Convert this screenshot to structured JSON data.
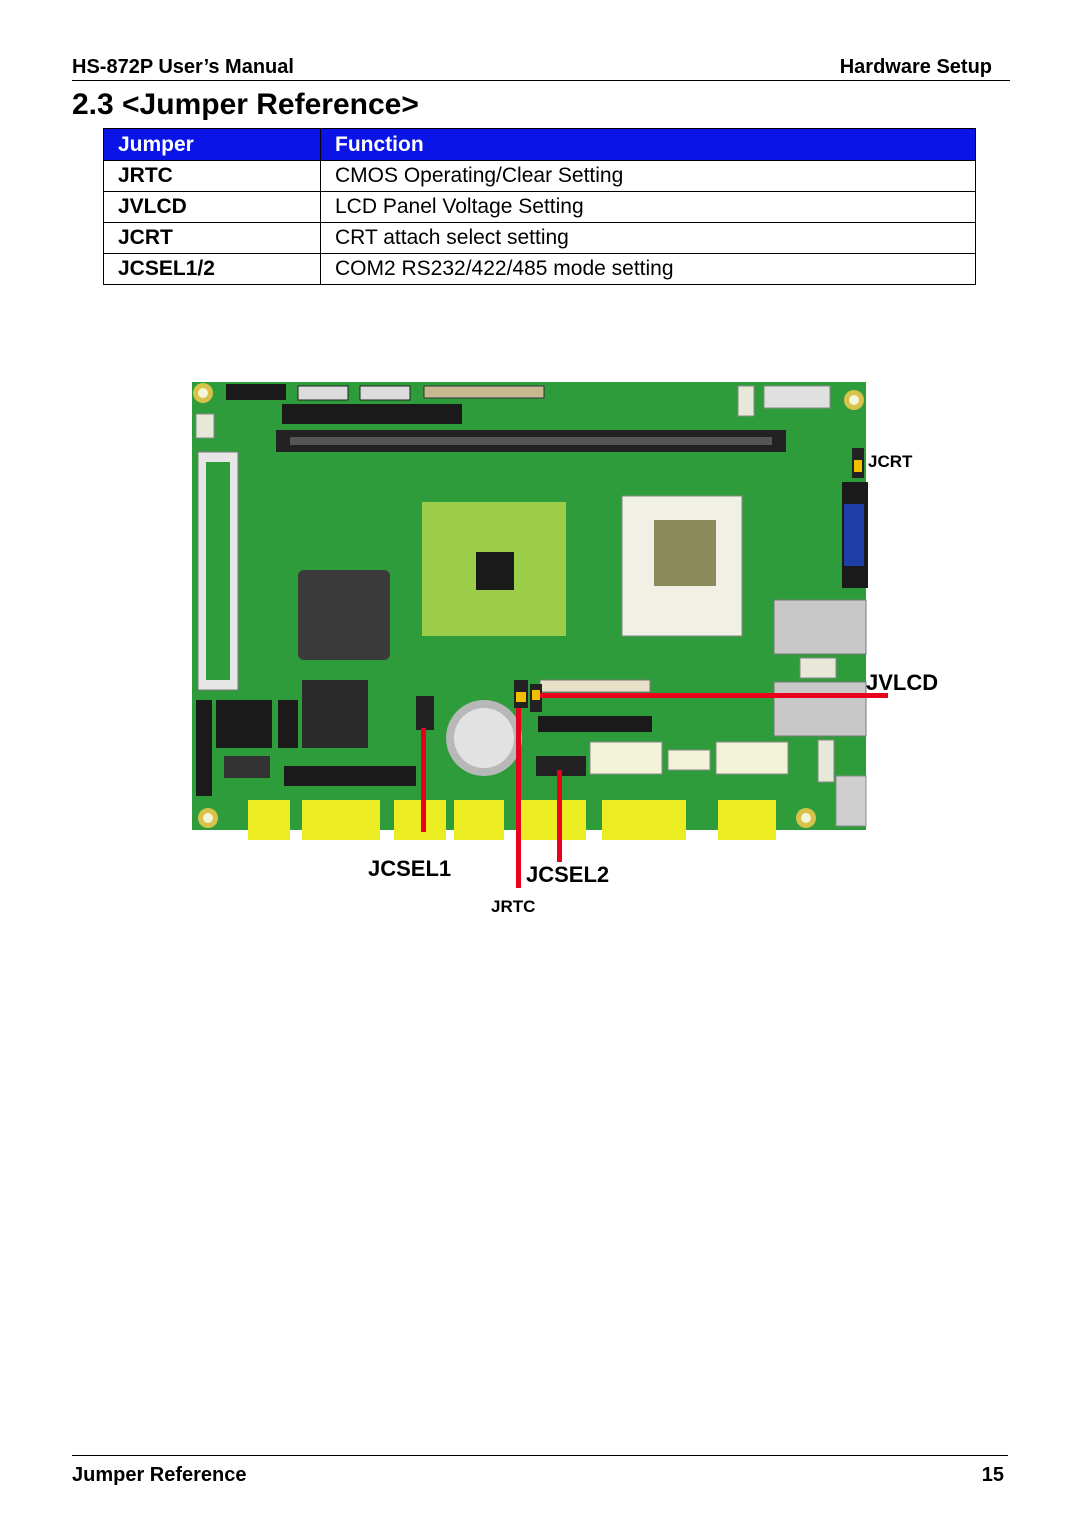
{
  "header": {
    "left": "HS-872P User’s Manual",
    "right": "Hardware Setup"
  },
  "title": "2.3 <Jumper Reference>",
  "table": {
    "headers": [
      "Jumper",
      "Function"
    ],
    "rows": [
      [
        "JRTC",
        "CMOS Operating/Clear Setting"
      ],
      [
        "JVLCD",
        "LCD Panel Voltage Setting"
      ],
      [
        "JCRT",
        "CRT attach select setting"
      ],
      [
        "JCSEL1/2",
        "COM2 RS232/422/485 mode setting"
      ]
    ]
  },
  "labels": {
    "jcrt": "JCRT",
    "jvlcd": "JVLCD",
    "jcsel1": "JCSEL1",
    "jcsel2": "JCSEL2",
    "jrtc": "JRTC"
  },
  "footer": {
    "left": "Jumper Reference",
    "right": "15"
  },
  "colors": {
    "header_blue": "#0a14e6",
    "board_green": "#2e9c3b",
    "marker_red": "#e8001c"
  }
}
